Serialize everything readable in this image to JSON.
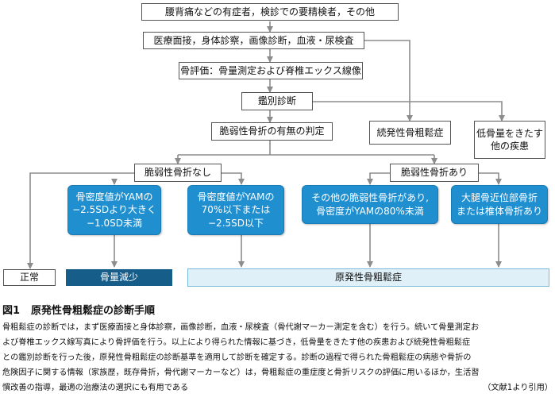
{
  "boxes": {
    "patients": "腰背痛などの有症者，検診での要精検者，その他",
    "exam": "医療面接，身体診察，画像診断，血液・尿検査",
    "bone_eval": "骨評価：骨量測定および脊椎エックス線像",
    "differential": "鑑別診断",
    "fracture_judgement": "脆弱性骨折の有無の判定",
    "secondary": "続発性骨粗鬆症",
    "other_disease_line1": "低骨量をきたす",
    "other_disease_line2": "他の疾患",
    "no_fracture": "脆弱性骨折なし",
    "with_fracture": "脆弱性骨折あり",
    "bmd_mid_line1": "骨密度値がYAMの",
    "bmd_mid_line2": "−2.5SDより大きく",
    "bmd_mid_line3": "−1.0SD未満",
    "bmd_low_line1": "骨密度値がYAMの",
    "bmd_low_line2": "70%以下または",
    "bmd_low_line3": "−2.5SD以下",
    "other_frac_line1": "その他の脆弱性骨折があり,",
    "other_frac_line2": "骨密度がYAMの80%未満",
    "hip_line1": "大腿骨近位部骨折",
    "hip_line2": "または椎体骨折あり",
    "normal": "正常",
    "osteopenia": "骨量減少",
    "primary_osteoporosis": "原発性骨粗鬆症"
  },
  "caption": {
    "figure_number": "図1",
    "title": "原発性骨粗鬆症の診断手順",
    "body_line1": "骨粗鬆症の診断では，まず医療面接と身体診察，画像診断，血液・尿検査（骨代謝マーカー測定を含む）を行う。続いて骨量測定お",
    "body_line2": "よび脊椎エックス線写真により骨評価を行う。以上により得られた情報に基づき，低骨量をきたす他の疾患および続発性骨粗鬆症",
    "body_line3": "との鑑別診断を行った後，原発性骨粗鬆症の診断基準を適用して診断を確定する。診断の過程で得られた骨粗鬆症の病態や骨折の",
    "body_line4": "危険因子に関する情報（家族歴，既存骨折，骨代謝マーカーなど）は，骨粗鬆症の重症度と骨折リスクの評価に用いるほか，生活習",
    "body_line5": "慣改善の指導，最適の治療法の選択にも有用である",
    "citation": "（文献1より引用）"
  },
  "colors": {
    "line": "#8c8c8c",
    "blue_box": "#1f8fd0",
    "dark_band": "#175d8a",
    "light_band": "#dff0f8"
  }
}
